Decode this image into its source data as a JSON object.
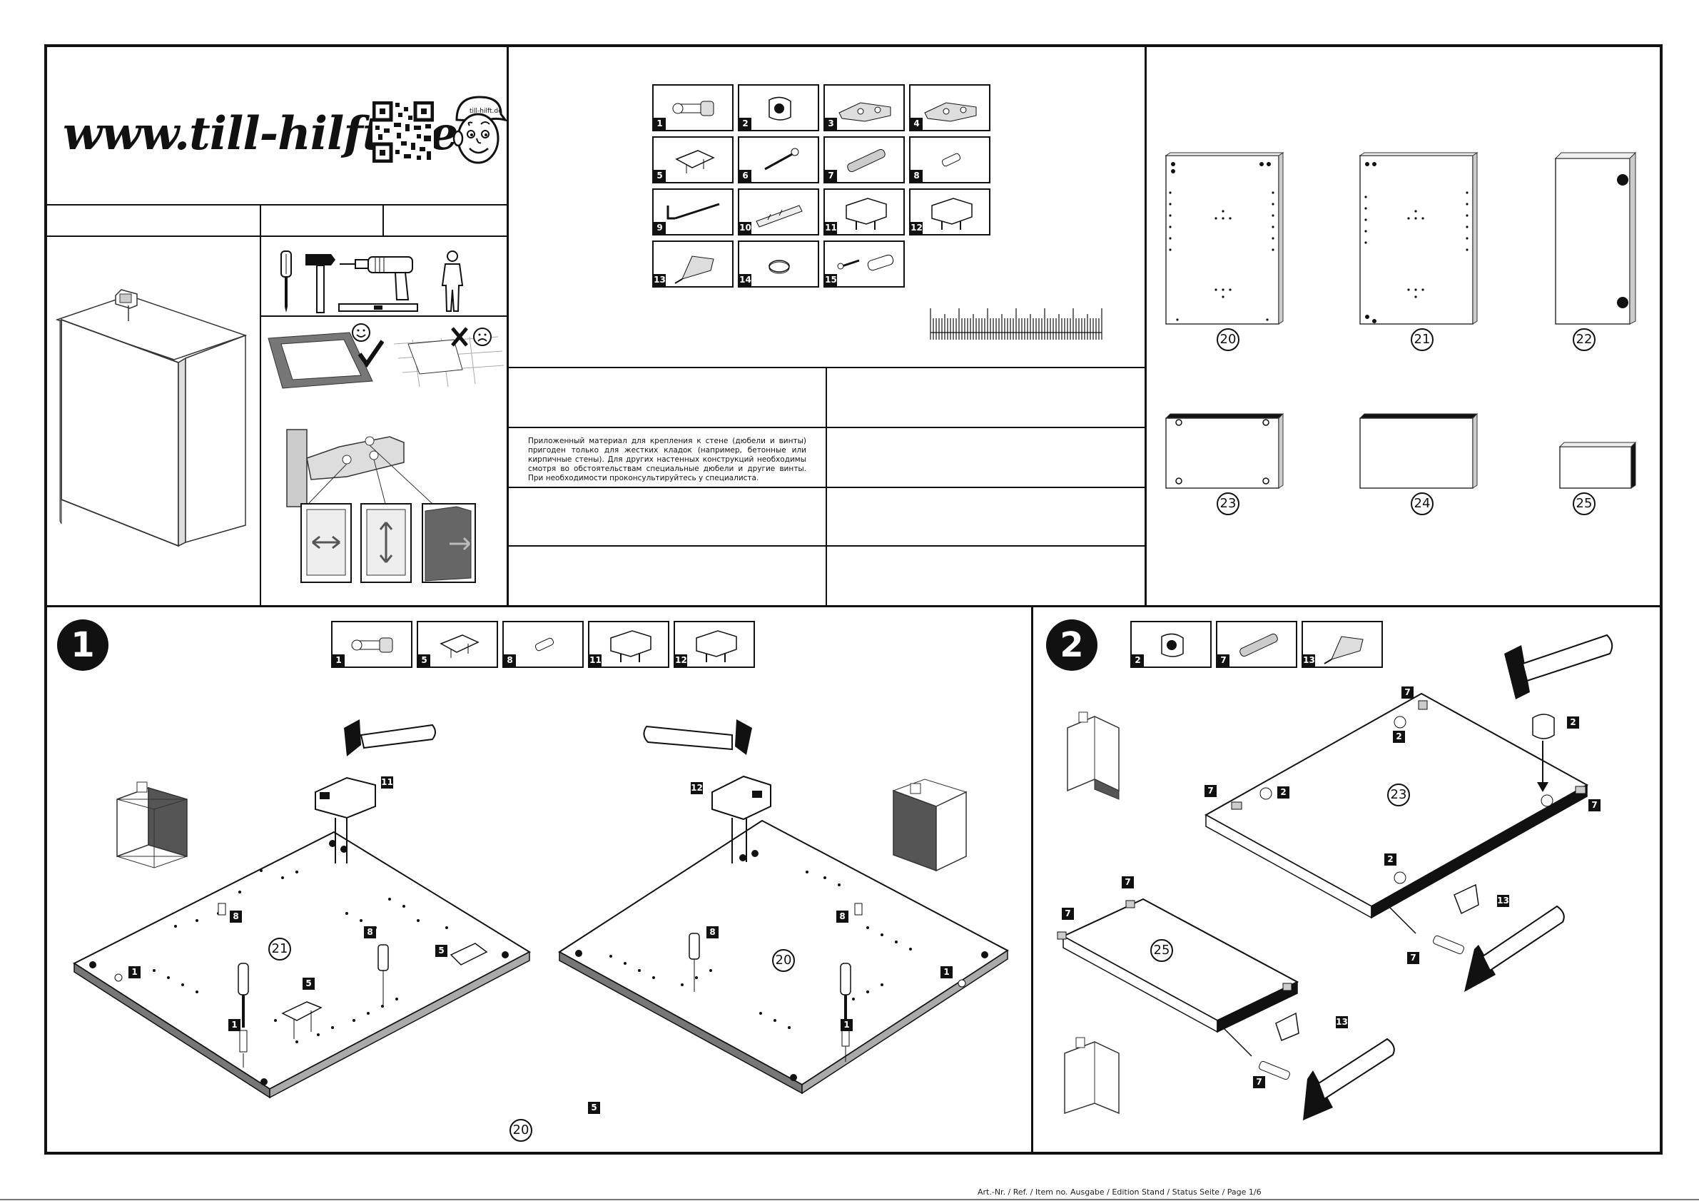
{
  "header": {
    "brand_url": "www.till-hilft.de",
    "qr_icon": "qr-code-icon",
    "mascot_icon": "boy-with-cap-icon",
    "mascot_cap_text": "till-hilft.de"
  },
  "tools": [
    "screwdriver-icon",
    "hammer-icon",
    "drill-icon",
    "spirit-level-icon",
    "person-icon"
  ],
  "hardware_parts": [
    {
      "num": "1",
      "icon": "screw-with-dowel-icon"
    },
    {
      "num": "2",
      "icon": "cam-lock-icon"
    },
    {
      "num": "3",
      "icon": "hinge-icon"
    },
    {
      "num": "4",
      "icon": "hinge-icon"
    },
    {
      "num": "5",
      "icon": "mounting-plate-icon"
    },
    {
      "num": "6",
      "icon": "screw-icon"
    },
    {
      "num": "7",
      "icon": "wooden-dowel-icon"
    },
    {
      "num": "8",
      "icon": "shelf-pin-icon"
    },
    {
      "num": "9",
      "icon": "hook-screw-icon"
    },
    {
      "num": "10",
      "icon": "wall-plug-icon"
    },
    {
      "num": "11",
      "icon": "hanging-bracket-icon"
    },
    {
      "num": "12",
      "icon": "hanging-bracket-icon"
    },
    {
      "num": "13",
      "icon": "glue-tube-icon"
    },
    {
      "num": "14",
      "icon": "felt-pad-icon"
    },
    {
      "num": "15",
      "icon": "screw-and-sleeve-icon"
    }
  ],
  "notice_ru": "Приложенный материал для крепления к стене (дюбели и винты) пригоден только для жестких кладок (например, бетонные или кирпичные стены). Для других настенных конструкций необходимы смотря во обстоятельствам специальные дюбели и другие винты. При необходимости проконсультируйтесь у специалиста.",
  "panels": [
    "20",
    "21",
    "22",
    "23",
    "24",
    "25"
  ],
  "step1": {
    "number": "1",
    "parts": [
      "1",
      "5",
      "8",
      "11",
      "12"
    ],
    "left_board": "21",
    "right_board": "20",
    "bottom_board": "20",
    "callouts": {
      "p1": "1",
      "p5": "5",
      "p8": "8",
      "p11": "11",
      "p12": "12"
    }
  },
  "step2": {
    "number": "2",
    "parts": [
      "2",
      "7",
      "13"
    ],
    "top_board": "23",
    "bottom_board": "25",
    "callouts": {
      "p2": "2",
      "p7": "7",
      "p13": "13"
    }
  },
  "footer": {
    "left": "",
    "right": "Art.-Nr. / Ref. / Item no.   Ausgabe / Edition   Stand / Status   Seite / Page 1/6"
  }
}
